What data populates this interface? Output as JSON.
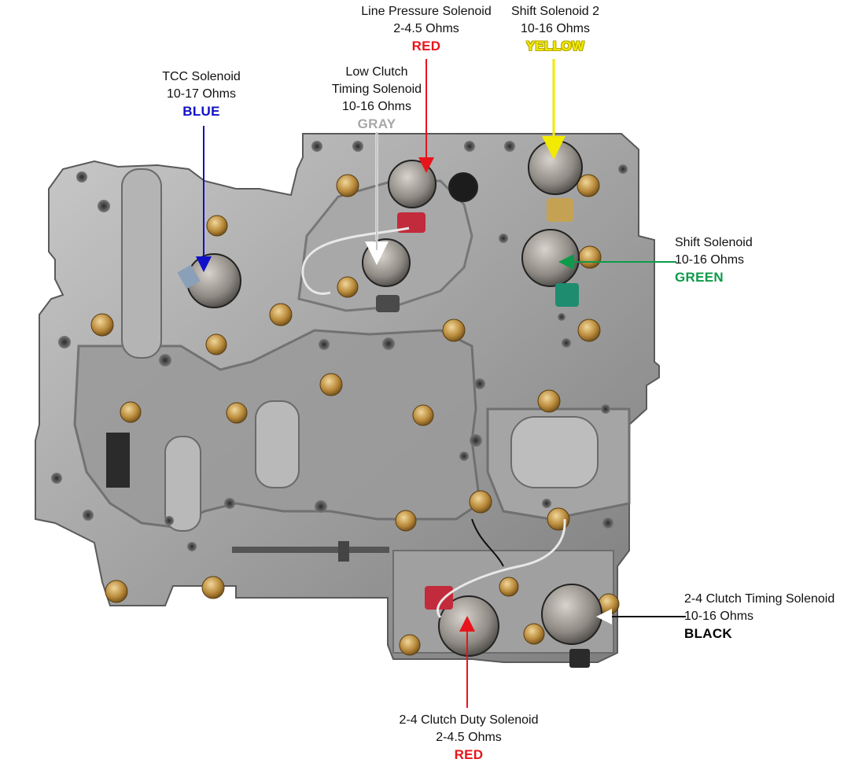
{
  "labels": {
    "tcc": {
      "name": "TCC Solenoid",
      "ohms": "10-17 Ohms",
      "color": "BLUE",
      "color_hex": "#1010c8"
    },
    "low_clutch": {
      "name1": "Low Clutch",
      "name2": "Timing Solenoid",
      "ohms": "10-16 Ohms",
      "color": "GRAY",
      "color_hex": "#a7a7a7"
    },
    "line_pressure": {
      "name": "Line Pressure Solenoid",
      "ohms": "2-4.5 Ohms",
      "color": "RED",
      "color_hex": "#e8141b"
    },
    "shift2": {
      "name": "Shift Solenoid 2",
      "ohms": "10-16 Ohms",
      "color": "YELLOW",
      "color_hex": "#f2ea00"
    },
    "shift": {
      "name": "Shift Solenoid",
      "ohms": "10-16 Ohms",
      "color": "GREEN",
      "color_hex": "#0d9a4a"
    },
    "clutch24_timing": {
      "name": "2-4 Clutch Timing Solenoid",
      "ohms": "10-16 Ohms",
      "color": "BLACK",
      "color_hex": "#000000"
    },
    "clutch24_duty": {
      "name": "2-4 Clutch Duty Solenoid",
      "ohms": "2-4.5 Ohms",
      "color": "RED",
      "color_hex": "#e8141b"
    }
  },
  "colors": {
    "metal": "#a9a9a9",
    "metal_dark": "#6f6f6f",
    "bolt": "#b48a3a"
  }
}
